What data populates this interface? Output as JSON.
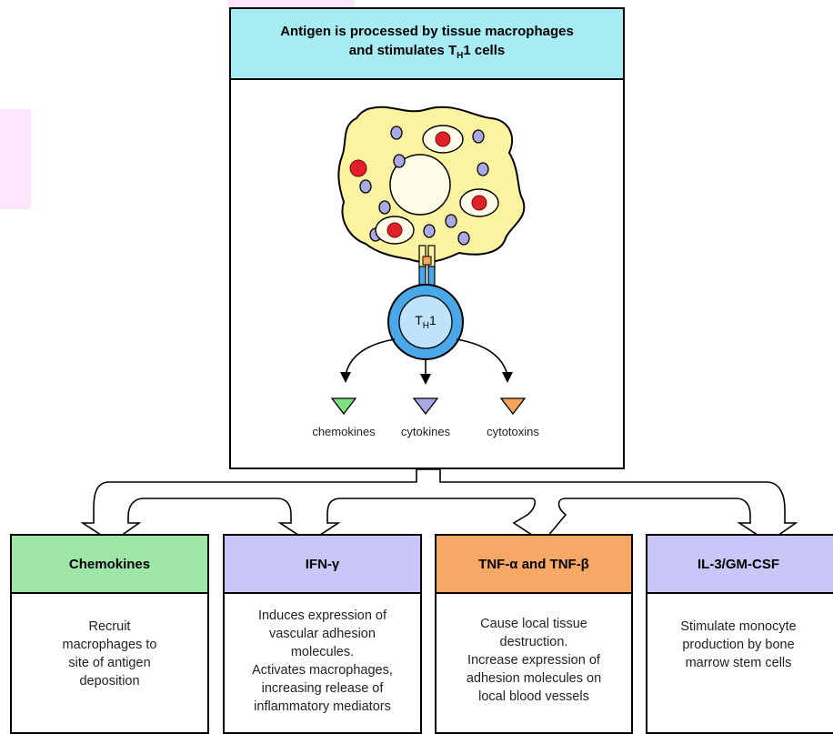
{
  "top_box": {
    "title_main": "Antigen is processed by tissue macrophages",
    "title_line2_pre": "and stimulates T",
    "title_line2_sub": "H",
    "title_line2_post": "1 cells",
    "cell_label_main": "T",
    "cell_label_sub": "H",
    "cell_label_post": "1",
    "outputs": [
      "chemokines",
      "cytokines",
      "cytotoxins"
    ]
  },
  "boxes": [
    {
      "header": "Chemokines",
      "body": "Recruit\nmacrophages to\nsite of antigen\ndeposition",
      "color": "#9de6a8"
    },
    {
      "header": "IFN-γ",
      "body": "Induces expression of\nvascular adhesion\nmolecules.\nActivates macrophages,\nincreasing release of\ninflammatory mediators",
      "color": "#c9c7f7"
    },
    {
      "header": "TNF-α and TNF-β",
      "body": "Cause local tissue\ndestruction.\nIncrease expression of\nadhesion molecules on\nlocal blood vessels",
      "color": "#f8a866"
    },
    {
      "header": "IL-3/GM-CSF",
      "body": "Stimulate monocyte\nproduction by bone\nmarrow stem cells",
      "color": "#c9c7f7"
    }
  ],
  "colors": {
    "top_header": "#a8ecf3",
    "macrophage": "#fbf3a0",
    "th1_cell": "#4aa8e8",
    "granule": "#a9a9e6",
    "antigen": "#e0202a",
    "chemokine_marker": "#7fe07f",
    "cytokine_marker": "#a9a9e6",
    "cytotoxin_marker": "#f4a65d"
  }
}
